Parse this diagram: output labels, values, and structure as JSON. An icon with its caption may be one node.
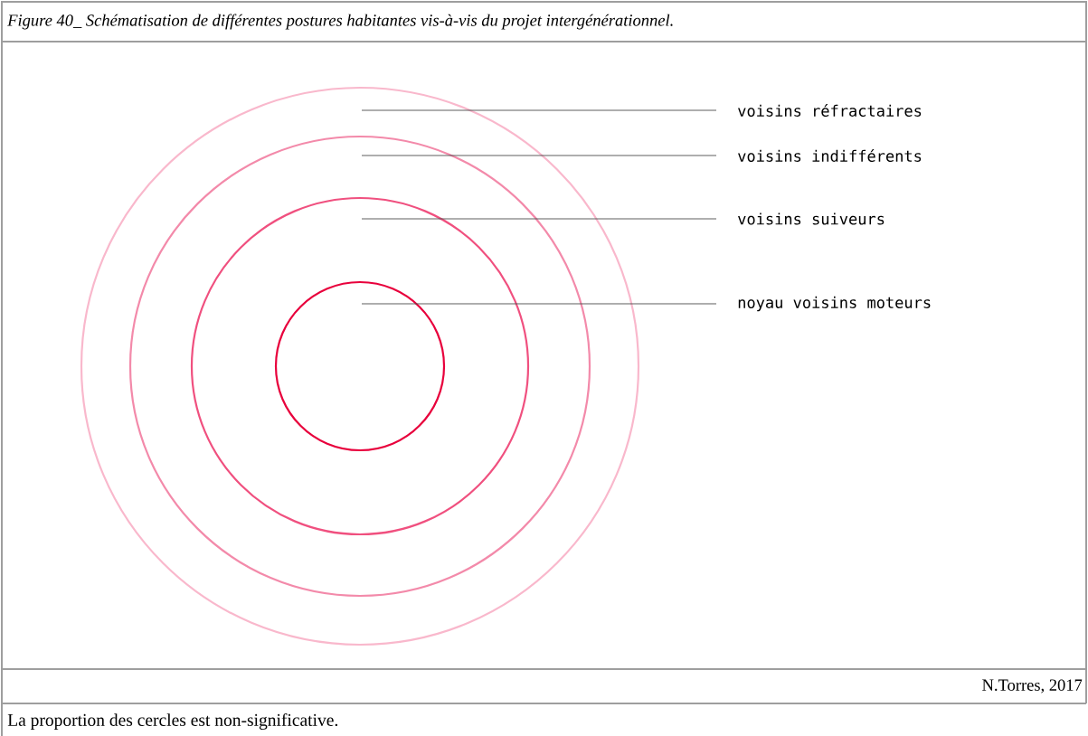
{
  "diagram": {
    "title": "Figure 40_ Schématisation de différentes postures habitantes vis-à-vis du projet intergénérationnel.",
    "caption": "La proportion des cercles est non-significative.",
    "nodes": [
      {
        "text": [],
        "shape": "circle"
      },
      {
        "text": [],
        "shape": "circle",
        "in": 0
      },
      {
        "text": [],
        "shape": "circle",
        "in": 1
      },
      {
        "text": [],
        "shape": "circle",
        "in": 2
      },
      {
        "text": [
          "voisins réfractaires"
        ]
      },
      {
        "text": [
          "voisins indifférents"
        ]
      },
      {
        "text": [
          "voisins suiveurs"
        ]
      },
      {
        "text": [
          "noyau voisins moteurs"
        ]
      }
    ],
    "edges": [
      {
        "from": 4,
        "to": 0,
        "arrow": "none"
      },
      {
        "from": 5,
        "to": 1,
        "arrow": "none"
      },
      {
        "from": 6,
        "to": 2,
        "arrow": "none"
      },
      {
        "from": 7,
        "to": 3,
        "arrow": "none"
      }
    ],
    "labels": [
      "N.Torres, 2017"
    ]
  }
}
